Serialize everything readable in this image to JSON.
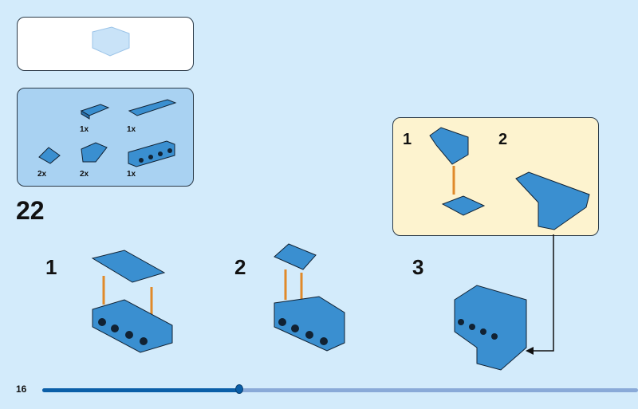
{
  "step_number": "22",
  "parts": [
    {
      "qty": "1x",
      "name": "plate-1x2"
    },
    {
      "qty": "1x",
      "name": "plate-1x4"
    },
    {
      "qty": "2x",
      "name": "slope-tile"
    },
    {
      "qty": "2x",
      "name": "inverted-slope"
    },
    {
      "qty": "1x",
      "name": "brick-1x4-studs-side"
    }
  ],
  "substeps": [
    "1",
    "2",
    "3"
  ],
  "callout_steps": [
    "1",
    "2"
  ],
  "page_number": "16",
  "progress": 0.33,
  "colors": {
    "background": "#d3ebfb",
    "brick": "#3a8fd0",
    "arrow": "#e08a2a",
    "progress": "#0b5fa8",
    "progress_track": "#8aaad8",
    "callout": "#fdf3cf"
  }
}
